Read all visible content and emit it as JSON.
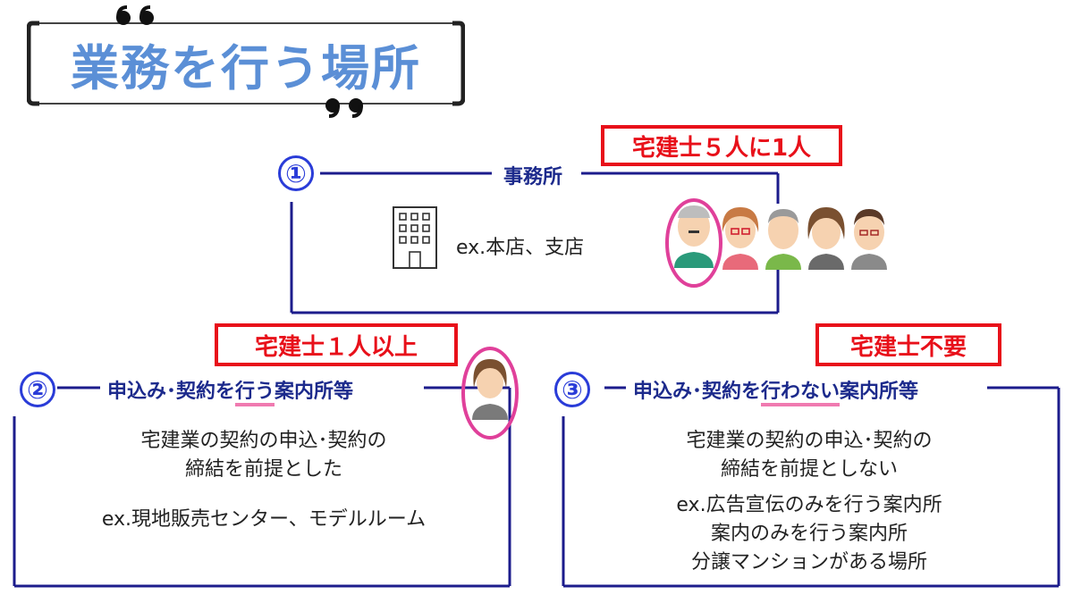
{
  "title": "業務を行う場所",
  "section1": {
    "number": "①",
    "label": "事務所",
    "example": "ex.本店、支店",
    "callout": "宅建士５人に1人"
  },
  "section2": {
    "number": "②",
    "label": "申込み･契約を行う案内所等",
    "label_pre": "申込み･契約を",
    "label_emph": "行う",
    "label_post": "案内所等",
    "callout": "宅建士１人以上",
    "desc_line1": "宅建業の契約の申込･契約の",
    "desc_line2": "締結を前提とした",
    "example": "ex.現地販売センター、モデルルーム"
  },
  "section3": {
    "number": "③",
    "label": "申込み･契約を行わない案内所等",
    "label_pre": "申込み･契約を",
    "label_emph": "行わない",
    "label_post": "案内所等",
    "callout": "宅建士不要",
    "desc_line1": "宅建業の契約の申込･契約の",
    "desc_line2": "締結を前提としない",
    "example_line1": "ex.広告宣伝のみを行う案内所",
    "example_line2": "案内のみを行う案内所",
    "example_line3": "分譲マンションがある場所"
  },
  "colors": {
    "title": "#5b8fd6",
    "callout_red": "#e8101a",
    "line_navy": "#1c1c8c",
    "number_blue": "#2a3cd8",
    "highlight_pink": "#f07ab0"
  },
  "icons": [
    "building-icon",
    "person-icon"
  ]
}
